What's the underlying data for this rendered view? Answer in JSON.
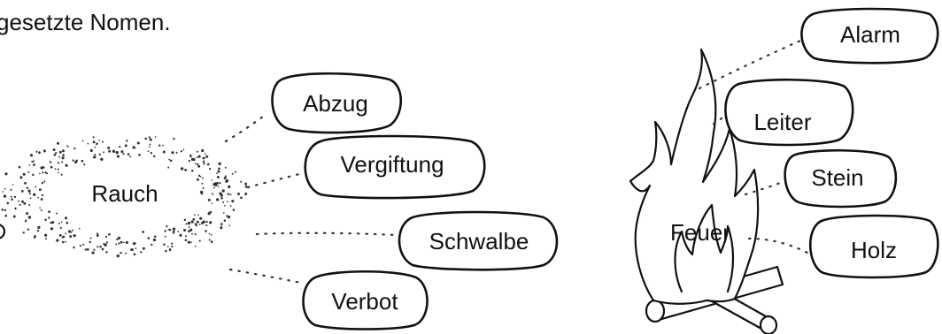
{
  "instruction": "gesetzte Nomen.",
  "left_cluster": {
    "center": "Rauch",
    "words": [
      "Abzug",
      "Vergiftung",
      "Schwalbe",
      "Verbot"
    ]
  },
  "right_cluster": {
    "center": "Feuer",
    "words": [
      "Alarm",
      "Leiter",
      "Stein",
      "Holz"
    ]
  },
  "colors": {
    "ink": "#111111",
    "background": "#ffffff"
  }
}
